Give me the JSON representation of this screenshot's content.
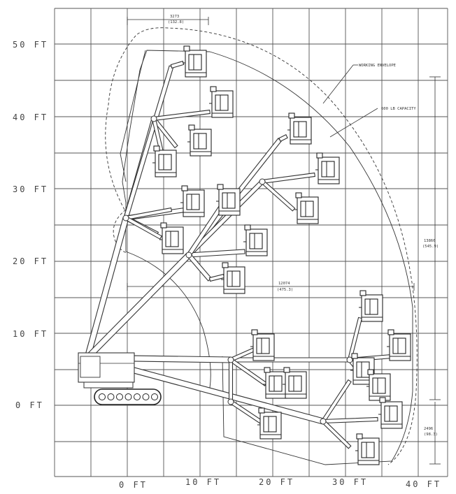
{
  "axis": {
    "y_labels": [
      "50 FT",
      "40 FT",
      "30 FT",
      "20 FT",
      "10 FT",
      "0 FT"
    ],
    "x_labels": [
      "0 FT",
      "10 FT",
      "20 FT",
      "30 FT",
      "40 FT"
    ]
  },
  "annotations": {
    "working_envelope": "WORKING ENVELOPE",
    "capacity": "600 LB CAPACITY",
    "dim_top_a": "3273",
    "dim_top_b": "(132.8)",
    "dim_mid_a": "12074",
    "dim_mid_b": "(475.3)",
    "dim_right_a": "13866",
    "dim_right_b": "(545.9)",
    "dim_bottom_a": "2496",
    "dim_bottom_b": "(98.3)"
  },
  "colors": {
    "line": "#333333",
    "grid": "#555555",
    "background": "#ffffff"
  }
}
